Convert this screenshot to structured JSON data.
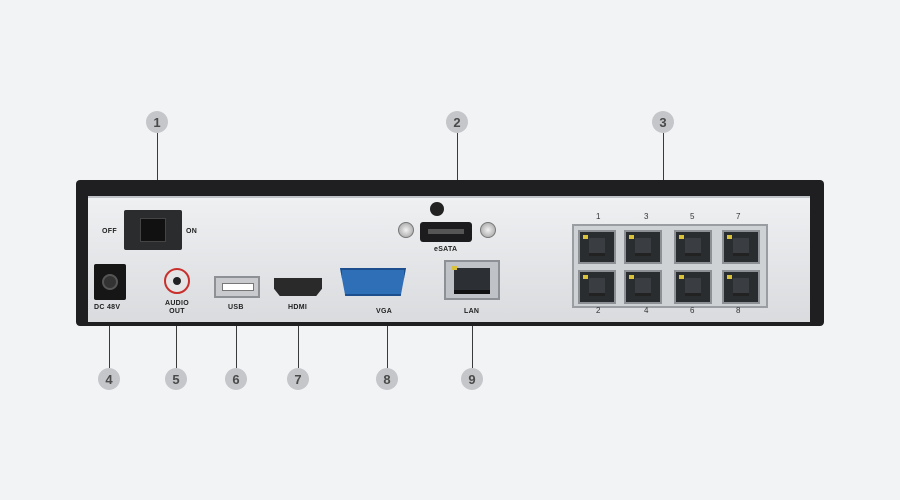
{
  "callouts": [
    "1",
    "2",
    "3",
    "4",
    "5",
    "6",
    "7",
    "8",
    "9"
  ],
  "labels": {
    "off": "OFF",
    "on": "ON",
    "esata": "eSATA",
    "dc": "DC 48V",
    "audio_out": "AUDIO OUT",
    "usb": "USB",
    "hdmi": "HDMI",
    "vga": "VGA",
    "lan": "LAN"
  },
  "poe_ports": {
    "top": [
      "1",
      "3",
      "5",
      "7"
    ],
    "bottom": [
      "2",
      "4",
      "6",
      "8"
    ]
  }
}
